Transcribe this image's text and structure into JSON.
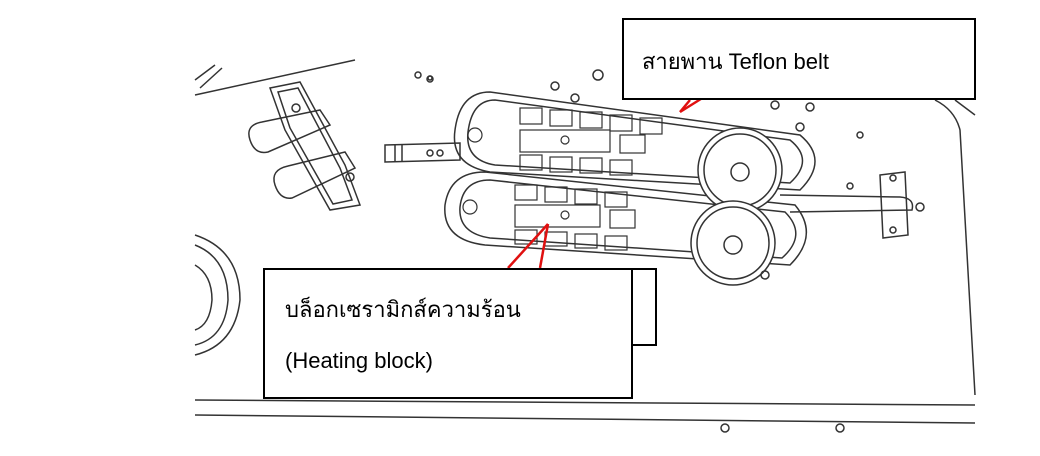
{
  "labels": {
    "teflon_belt": "สายพาน Teflon belt",
    "heating_block_thai": "บล็อกเซรามิกส์ความร้อน",
    "heating_block_en": "(Heating block)"
  },
  "colors": {
    "leader_line": "#e01010",
    "line_art": "#333333"
  }
}
